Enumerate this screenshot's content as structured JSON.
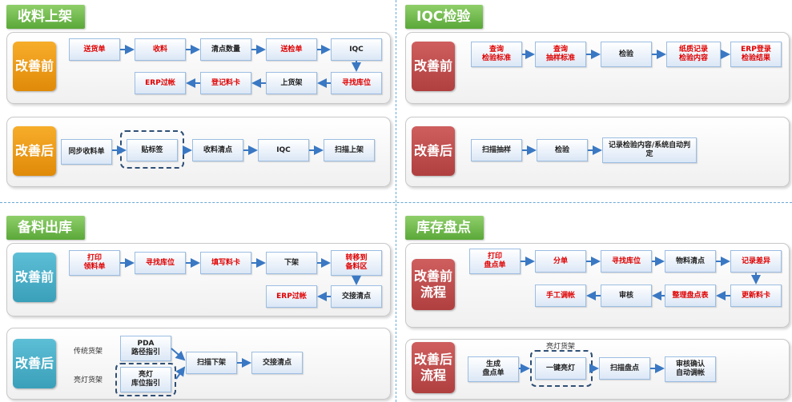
{
  "sections": {
    "receiving": {
      "title": "收料上架",
      "before": {
        "tag": "改善前",
        "row1": [
          "送货单",
          "收料",
          "清点数量",
          "送检单",
          "IQC"
        ],
        "row2": [
          "ERP过帐",
          "登记料卡",
          "上货架",
          "寻找库位"
        ]
      },
      "after": {
        "tag": "改善后",
        "steps": [
          "同步收料单",
          "贴标签",
          "收料清点",
          "IQC",
          "扫描上架"
        ]
      }
    },
    "iqc": {
      "title": "IQC检验",
      "before": {
        "tag": "改善前",
        "steps": [
          "查询\n检验标准",
          "查询\n抽样标准",
          "检验",
          "纸质记录\n检验内容",
          "ERP登录\n检验结果"
        ]
      },
      "after": {
        "tag": "改善后",
        "steps": [
          "扫描抽样",
          "检验",
          "记录检验内容/系统自动判定"
        ]
      }
    },
    "picking": {
      "title": "备料出库",
      "before": {
        "tag": "改善前",
        "row1": [
          "打印\n领料单",
          "寻找库位",
          "填写料卡",
          "下架",
          "转移到\n备料区"
        ],
        "row2": [
          "ERP过帐",
          "交接清点"
        ]
      },
      "after": {
        "tag": "改善后",
        "label_traditional": "传统货架",
        "label_light": "亮灯货架",
        "steps": [
          "PDA\n路径指引",
          "亮灯\n库位指引",
          "扫描下架",
          "交接清点"
        ]
      }
    },
    "inventory": {
      "title": "库存盘点",
      "before": {
        "tag": "改善前\n流程",
        "row1": [
          "打印\n盘点单",
          "分单",
          "寻找库位",
          "物料清点",
          "记录差异"
        ],
        "row2": [
          "手工调帐",
          "审核",
          "整理盘点表",
          "更新料卡"
        ]
      },
      "after": {
        "tag": "改善后\n流程",
        "label_light": "亮灯货架",
        "steps": [
          "生成\n盘点单",
          "一键亮灯",
          "扫描盘点",
          "审核确认\n自动调帐"
        ]
      }
    }
  },
  "colors": {
    "title_green": "#6bb945",
    "orange": "#f0a01a",
    "red": "#c04c4c",
    "teal": "#4bb0c8",
    "arrow_blue": "#3a78c3",
    "highlight_text": "#e00000"
  }
}
